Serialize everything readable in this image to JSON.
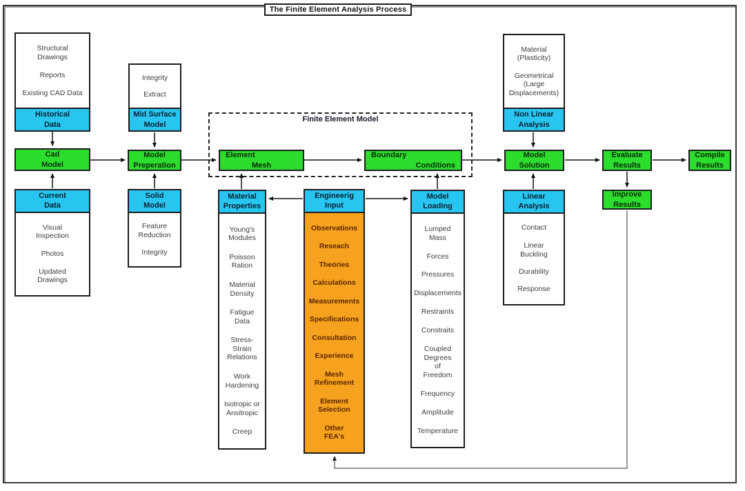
{
  "title": "The Finite Element Analysis Process",
  "fem_label": "Finite Element Model",
  "colors": {
    "header_cyan": "#29c5f1",
    "process_green": "#2ddd2d",
    "input_orange": "#f7a21e"
  },
  "boxes": {
    "historical": {
      "header": "Historical\nData",
      "items": [
        "Structural\nDrawings",
        "Reports",
        "Existing CAD Data"
      ]
    },
    "mid_surface": {
      "header": "Mid Surface\nModel",
      "items": [
        "Integrity",
        "Extract"
      ]
    },
    "current": {
      "header": "Current\nData",
      "items": [
        "Visual\nInspection",
        "Photos",
        "Updated\nDrawings"
      ]
    },
    "solid": {
      "header": "Solid\nModel",
      "items": [
        "Feature\nReduction",
        "Integrity"
      ]
    },
    "material_properties": {
      "header": "Material\nProperties",
      "items": [
        "Young's\nModules",
        "Poisson\nRation",
        "Material\nDensity",
        "Fatigue\nData",
        "Stress-\nStrain\nRelations",
        "Work\nHardening",
        "Isotropic or\nAnsitropic",
        "Creep"
      ]
    },
    "engineering_input": {
      "header": "Engineerig\nInput",
      "items": [
        "Observations",
        "Reseach",
        "Theories",
        "Calculations",
        "Measurements",
        "Specifications",
        "Consultation",
        "Experience",
        "Mesh\nRefinement",
        "Element\nSelection",
        "Other\nFEA's"
      ]
    },
    "model_loading": {
      "header": "Model\nLoading",
      "items": [
        "Lumped\nMass",
        "Forces",
        "Pressures",
        "Displacements",
        "Restraints",
        "Constraits",
        "Coupled\nDegrees\nof\nFreedom",
        "Frequency",
        "Amplitude",
        "Temperature"
      ]
    },
    "non_linear": {
      "header": "Non Linear\nAnalysis",
      "items": [
        "Material\n(Plasticity)",
        "Geometrical\n(Large\nDisplacements)"
      ]
    },
    "linear": {
      "header": "Linear\nAnalysis",
      "items": [
        "Contact",
        "Linear\nBuckling",
        "Durability",
        "Response"
      ]
    }
  },
  "process": {
    "cad_model": "Cad\nModel",
    "model_preperation": "Model\nPreperation",
    "element_mesh_line1": "Element",
    "element_mesh_line2": "Mesh",
    "boundary_line1": "Boundary",
    "boundary_line2": "Conditions",
    "model_solution": "Model\nSolution",
    "evaluate_results": "Evaluate\nResults",
    "compile_results": "Compile\nResults",
    "improve_results": "Improve\nResults"
  }
}
